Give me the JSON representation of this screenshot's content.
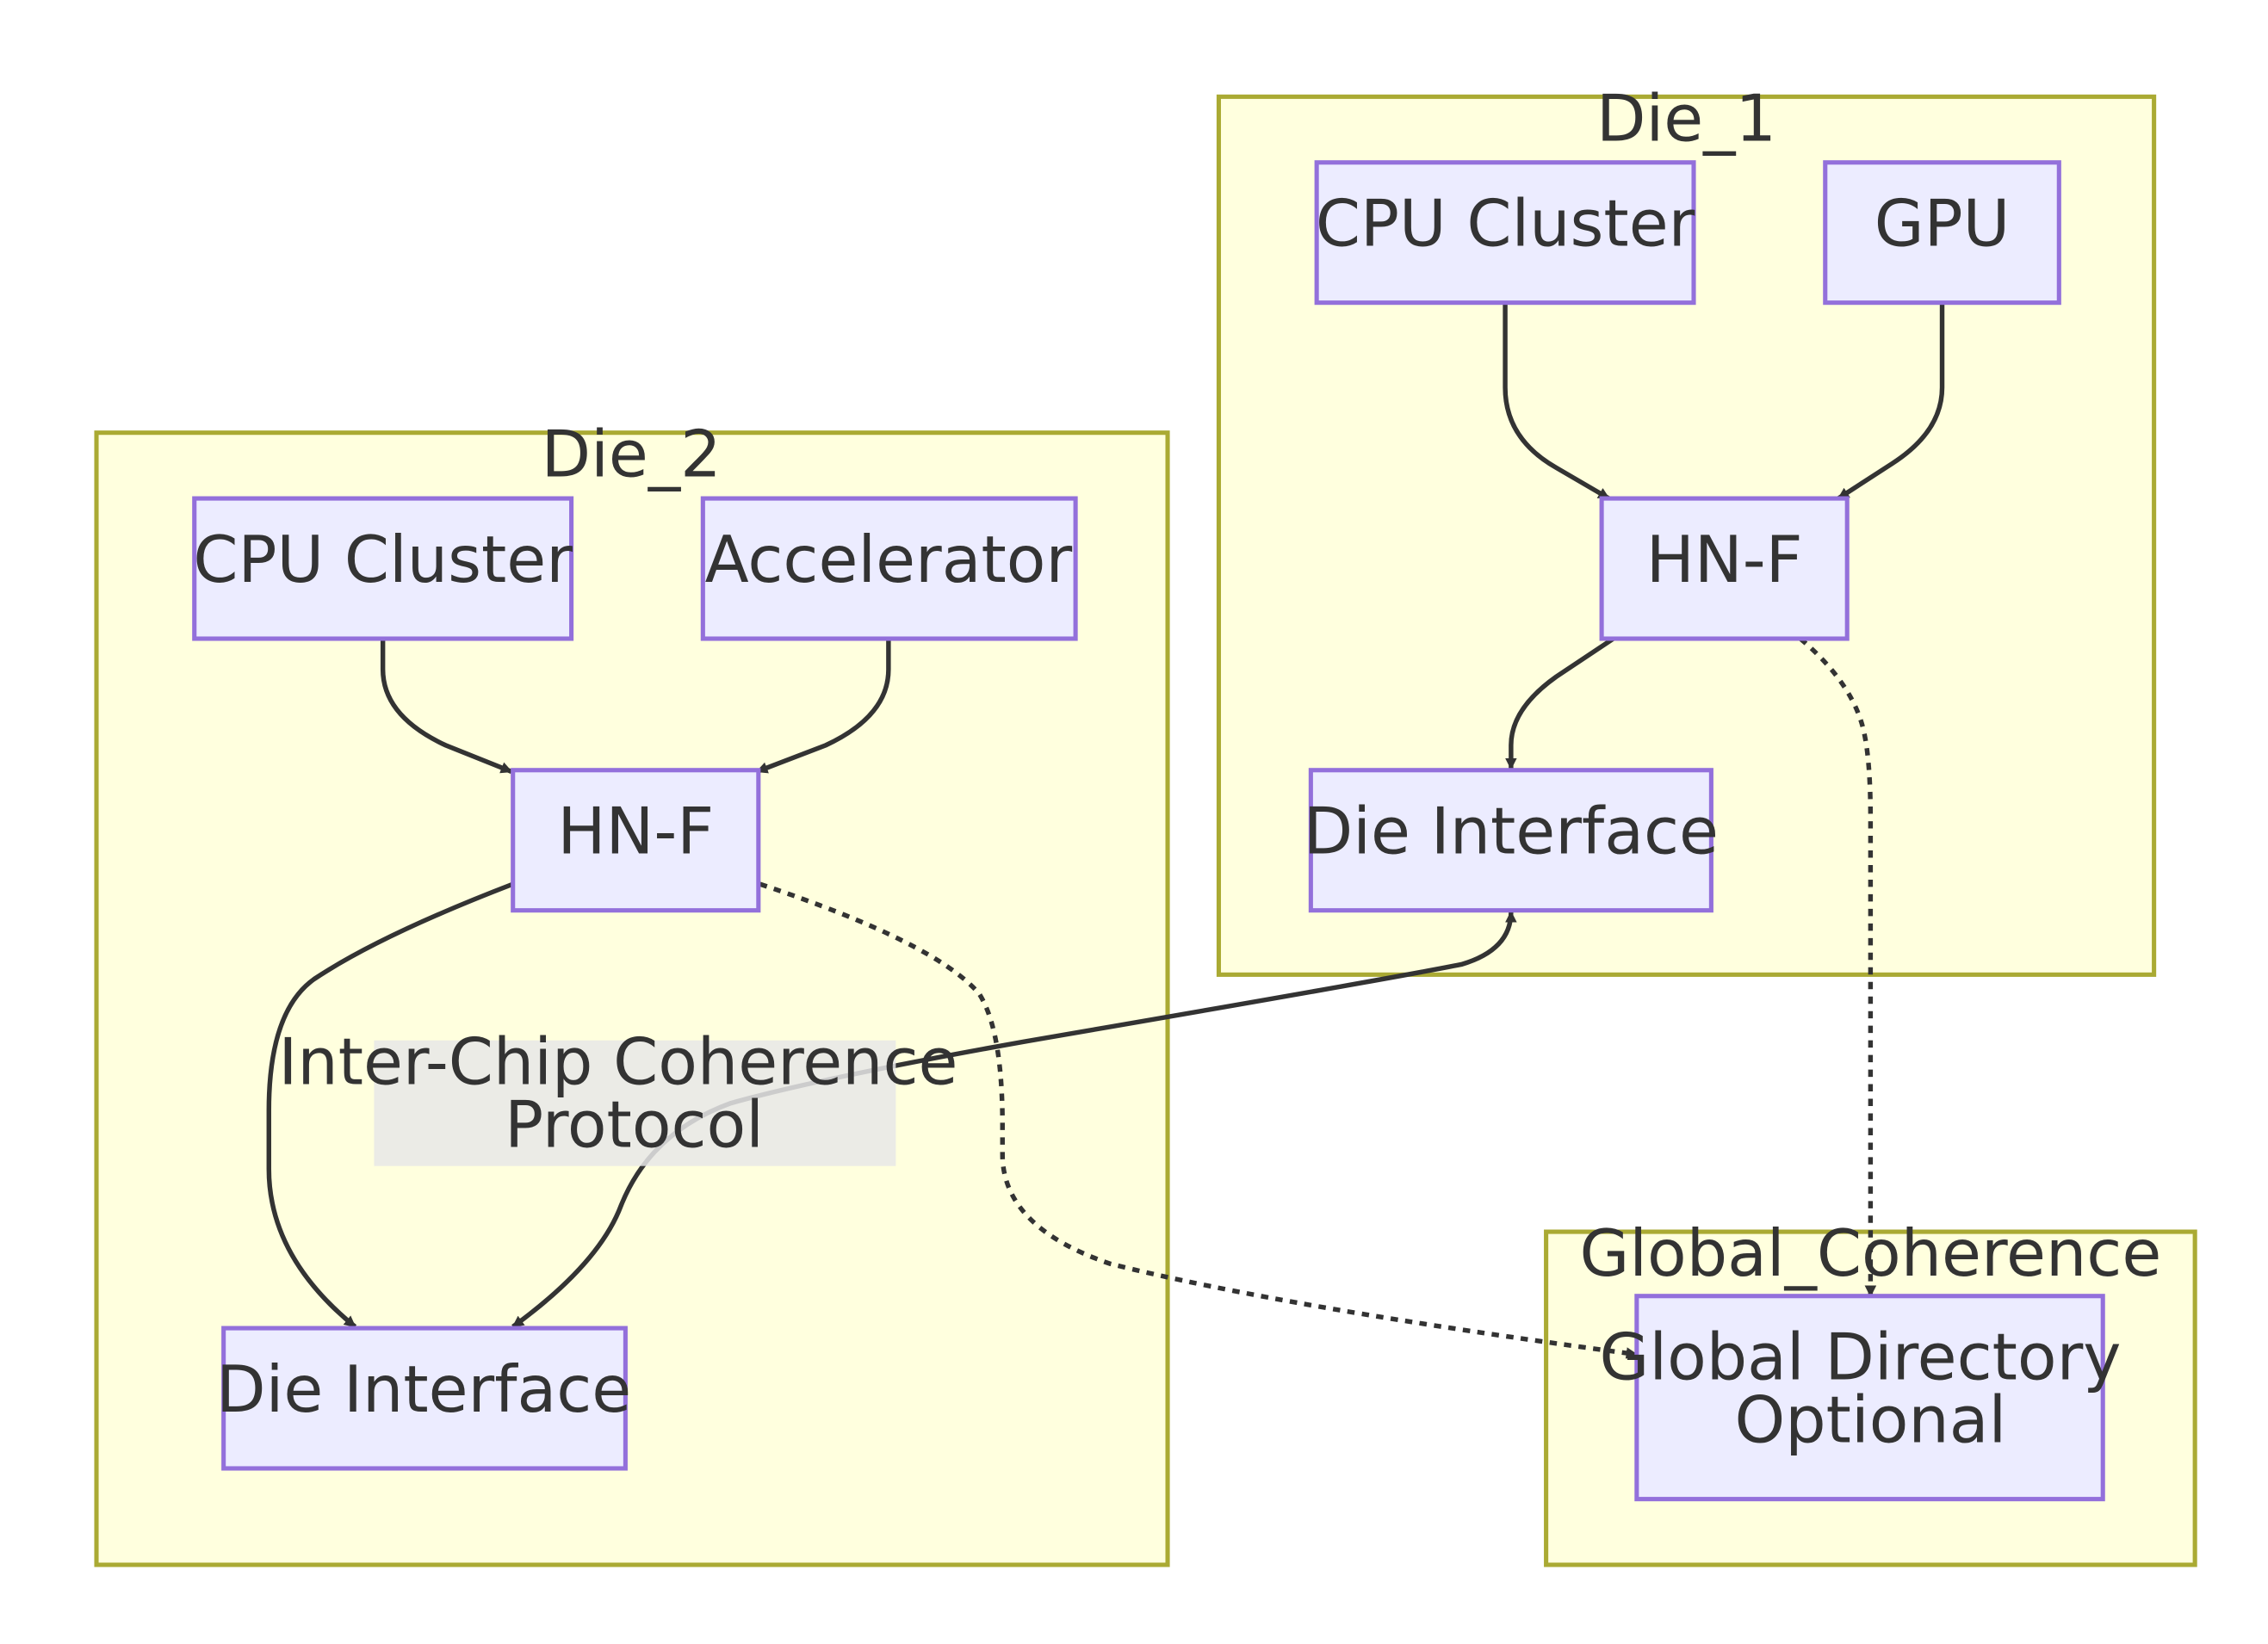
{
  "clusters": {
    "die1": {
      "title": "Die_1"
    },
    "die2": {
      "title": "Die_2"
    },
    "global": {
      "title": "Global_Coherence"
    }
  },
  "nodes": {
    "die1_cpu": "CPU Cluster",
    "die1_gpu": "GPU",
    "die1_hnf": "HN-F",
    "die1_interface": "Die Interface",
    "die2_cpu": "CPU Cluster",
    "die2_accel": "Accelerator",
    "die2_hnf": "HN-F",
    "die2_interface": "Die Interface",
    "global_directory": [
      "Global Directory",
      "Optional"
    ]
  },
  "edges": {
    "interchip_label": [
      "Inter-Chip Coherence",
      "Protocol"
    ]
  },
  "colors": {
    "cluster_fill": "#ffffde",
    "cluster_stroke": "#aaaa33",
    "node_fill": "#ececff",
    "node_stroke": "#9370db",
    "edge": "#333333",
    "edge_label_bg": "#e8e8e8"
  }
}
